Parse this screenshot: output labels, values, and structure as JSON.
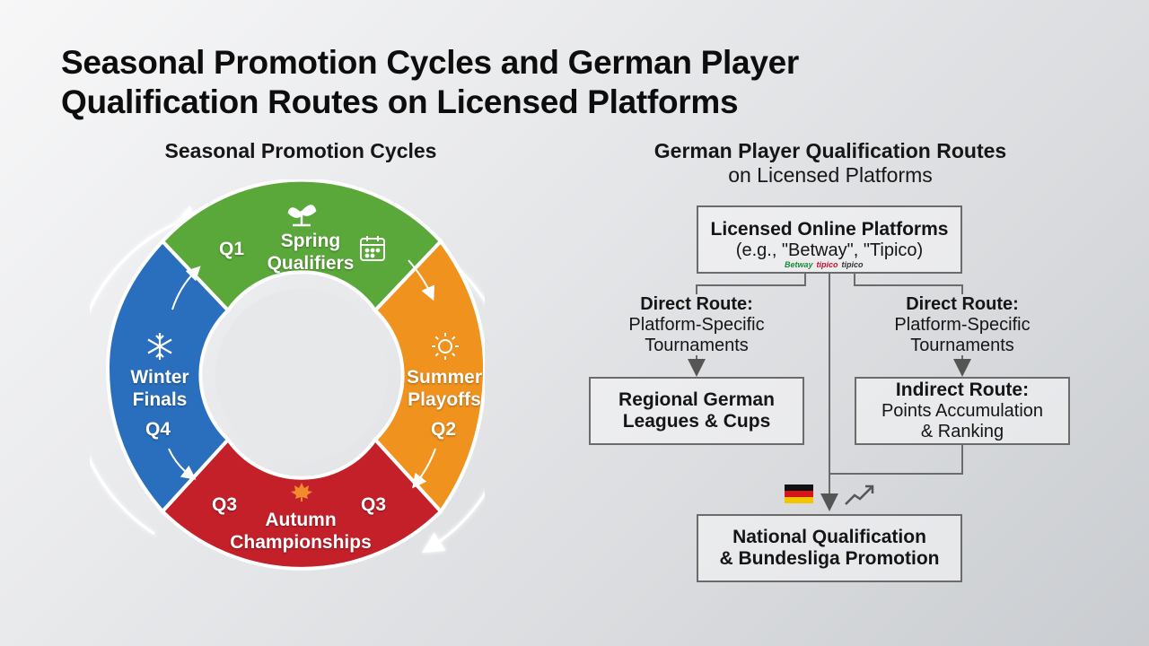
{
  "title": "Seasonal Promotion Cycles and German Player Qualification Routes on Licensed Platforms",
  "left": {
    "heading": "Seasonal Promotion Cycles",
    "segments": [
      {
        "quarter": "Q1",
        "label": "Spring Qualifiers",
        "color": "#5aa83a",
        "icons": [
          "sprout-icon",
          "calendar-icon"
        ]
      },
      {
        "quarter": "Q2",
        "label": "Summer Playoffs",
        "color": "#f0921e",
        "icons": [
          "sun-icon"
        ]
      },
      {
        "quarter_left": "Q3",
        "quarter_right": "Q3",
        "label": "Autumn Championships",
        "color": "#c4202a",
        "icons": [
          "maple-leaf-icon"
        ]
      },
      {
        "quarter": "Q4",
        "label": "Winter Finals",
        "color": "#2a6fbd",
        "icons": [
          "snowflake-icon"
        ]
      }
    ]
  },
  "right": {
    "heading": "German Player Qualification Routes",
    "subheading": "on Licensed Platforms",
    "platforms": {
      "title": "Licensed Online Platforms",
      "examples": "(e.g., \"Betway\", \"Tipico)",
      "logos": [
        "Betway",
        "tipico",
        "tipico"
      ]
    },
    "route_left": {
      "title": "Direct Route:",
      "desc": "Platform-Specific Tournaments"
    },
    "route_right": {
      "title": "Direct Route:",
      "desc": "Platform-Specific Tournaments"
    },
    "regional": {
      "line1": "Regional German",
      "line2": "Leagues & Cups"
    },
    "indirect": {
      "title": "Indirect Route:",
      "line1": "Points Accumulation",
      "line2": "& Ranking"
    },
    "national": {
      "line1": "National Qualification",
      "line2": "& Bundesliga Promotion"
    },
    "icons": [
      "german-flag-icon",
      "trend-arrow-icon"
    ]
  }
}
